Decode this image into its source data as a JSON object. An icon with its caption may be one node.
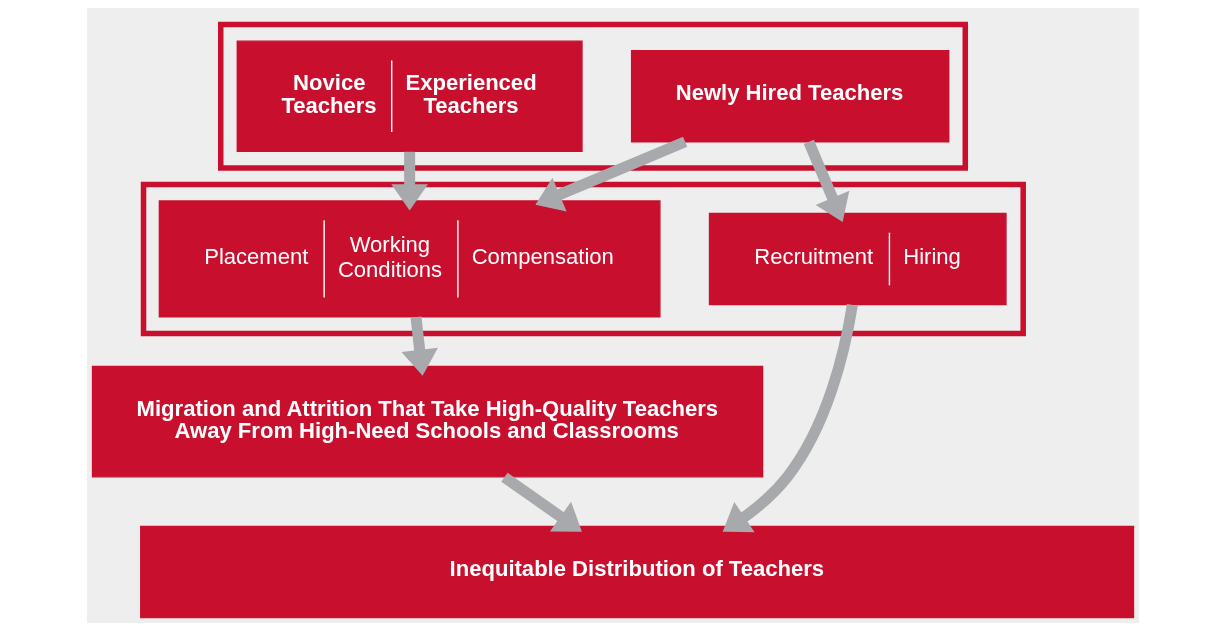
{
  "diagram": {
    "nodes": [
      {
        "text": [],
        "shape": "box"
      },
      {
        "text": [
          "Newly Hired Teachers"
        ],
        "in": 0
      },
      {
        "text": [
          "Novice Teachers",
          "Experienced Teachers"
        ],
        "in": 0
      },
      {
        "text": [],
        "shape": "box"
      },
      {
        "text": [
          "Recruitment",
          "Hiring"
        ],
        "in": 3
      },
      {
        "text": [
          "Placement",
          "Working Conditions",
          "Compensation"
        ],
        "in": 3
      },
      {
        "text": [
          "Migration and Attrition That Take High-Quality Teachers Away From High-Need Schools and Classrooms"
        ]
      },
      {
        "text": [
          "Inequitable Distribution of Teachers"
        ]
      }
    ],
    "edges": [
      {
        "from": 1,
        "to": 4,
        "arrow": "to"
      },
      {
        "from": 1,
        "to": 5,
        "arrow": "to"
      },
      {
        "from": 2,
        "to": 5,
        "arrow": "to"
      },
      {
        "from": 4,
        "to": 7,
        "arrow": "to"
      },
      {
        "from": 5,
        "to": 6,
        "arrow": "to"
      },
      {
        "from": 6,
        "to": 7,
        "arrow": "to"
      }
    ]
  }
}
